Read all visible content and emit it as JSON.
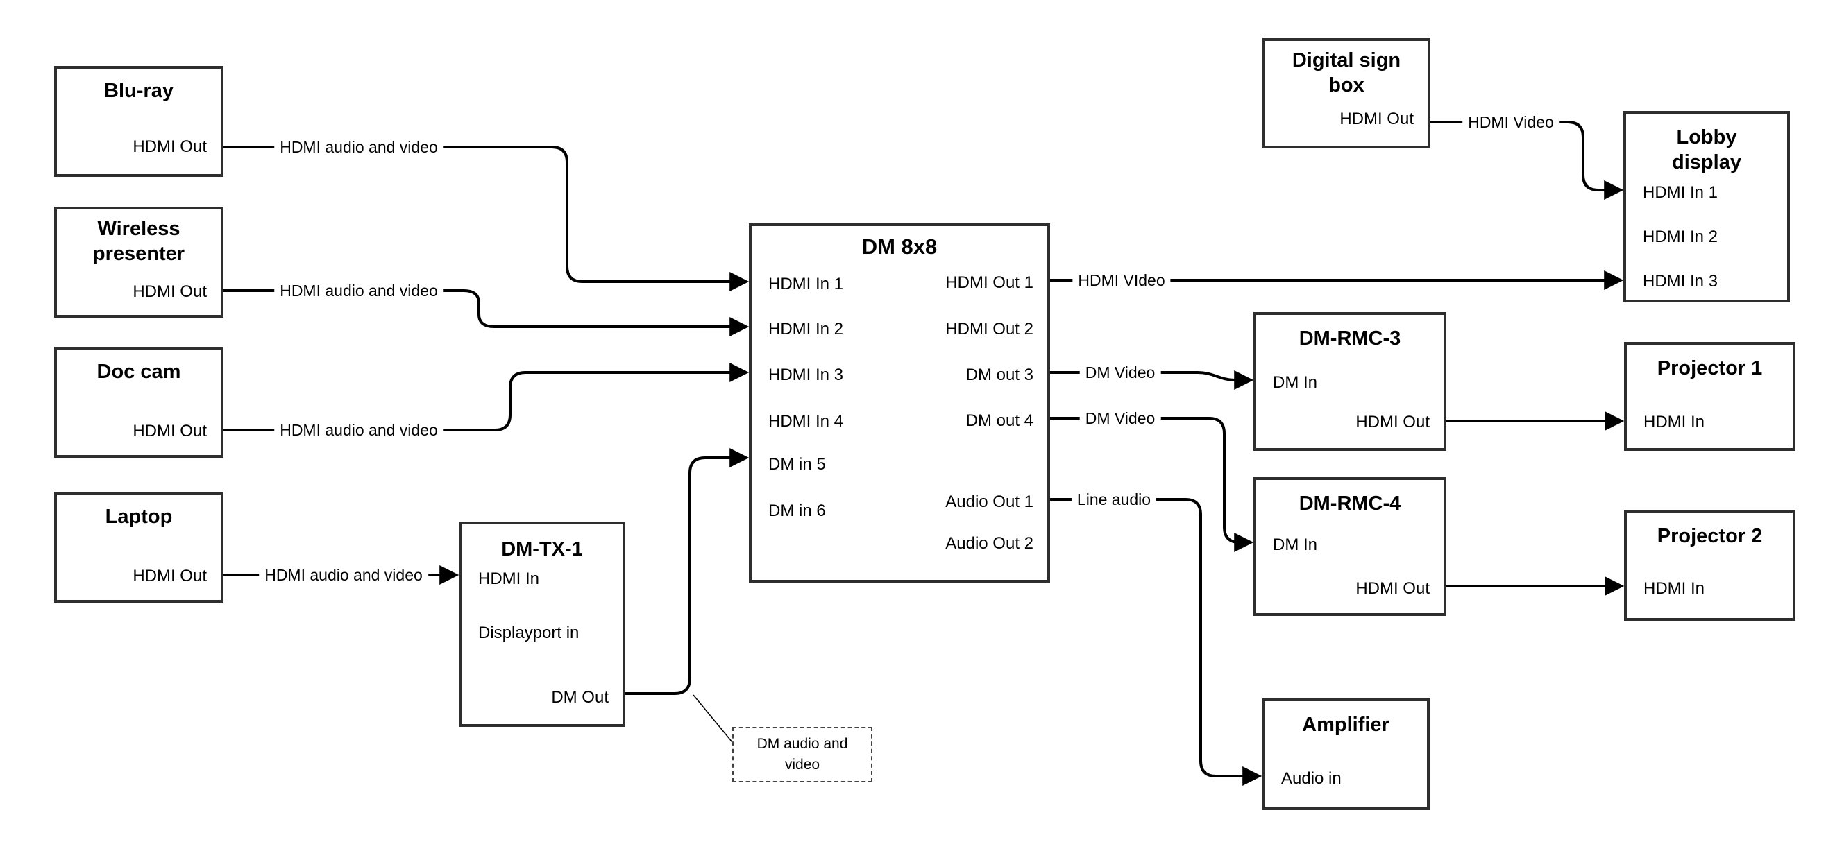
{
  "diagram": {
    "nodes": {
      "bluray": {
        "title": "Blu-ray",
        "ports": [
          {
            "label": "HDMI Out"
          }
        ]
      },
      "wireless_presenter": {
        "title": "Wireless\npresenter",
        "ports": [
          {
            "label": "HDMI Out"
          }
        ]
      },
      "doc_cam": {
        "title": "Doc cam",
        "ports": [
          {
            "label": "HDMI Out"
          }
        ]
      },
      "laptop": {
        "title": "Laptop",
        "ports": [
          {
            "label": "HDMI Out"
          }
        ]
      },
      "dm_tx_1": {
        "title": "DM-TX-1",
        "ports": [
          {
            "label": "HDMI In"
          },
          {
            "label": "Displayport in"
          },
          {
            "label": "DM Out"
          }
        ]
      },
      "dm_8x8": {
        "title": "DM 8x8",
        "ports": [
          {
            "label": "HDMI In 1"
          },
          {
            "label": "HDMI In 2"
          },
          {
            "label": "HDMI In 3"
          },
          {
            "label": "HDMI In 4"
          },
          {
            "label": "DM in 5"
          },
          {
            "label": "DM in 6"
          },
          {
            "label": "HDMI Out 1"
          },
          {
            "label": "HDMI Out 2"
          },
          {
            "label": "DM out 3"
          },
          {
            "label": "DM out 4"
          },
          {
            "label": "Audio Out 1"
          },
          {
            "label": "Audio Out 2"
          }
        ]
      },
      "digital_sign_box": {
        "title": "Digital sign\nbox",
        "ports": [
          {
            "label": "HDMI Out"
          }
        ]
      },
      "lobby_display": {
        "title": "Lobby\ndisplay",
        "ports": [
          {
            "label": "HDMI In 1"
          },
          {
            "label": "HDMI In 2"
          },
          {
            "label": "HDMI In 3"
          }
        ]
      },
      "dm_rmc_3": {
        "title": "DM-RMC-3",
        "ports": [
          {
            "label": "DM In"
          },
          {
            "label": "HDMI Out"
          }
        ]
      },
      "projector_1": {
        "title": "Projector 1",
        "ports": [
          {
            "label": "HDMI In"
          }
        ]
      },
      "dm_rmc_4": {
        "title": "DM-RMC-4",
        "ports": [
          {
            "label": "DM In"
          },
          {
            "label": "HDMI Out"
          }
        ]
      },
      "projector_2": {
        "title": "Projector 2",
        "ports": [
          {
            "label": "HDMI In"
          }
        ]
      },
      "amplifier": {
        "title": "Amplifier",
        "ports": [
          {
            "label": "Audio in"
          }
        ]
      }
    },
    "connections": [
      {
        "label": "HDMI audio and video"
      },
      {
        "label": "HDMI audio and video"
      },
      {
        "label": "HDMI audio and video"
      },
      {
        "label": "HDMI audio and video"
      },
      {
        "label": "HDMI VIdeo"
      },
      {
        "label": "DM Video"
      },
      {
        "label": "DM Video"
      },
      {
        "label": "Line audio"
      },
      {
        "label": "HDMI Video"
      }
    ],
    "note": {
      "text": "DM audio and\nvideo"
    },
    "colors": {
      "line": "#000000",
      "box_border": "#2e2e2e",
      "background": "#ffffff"
    }
  }
}
